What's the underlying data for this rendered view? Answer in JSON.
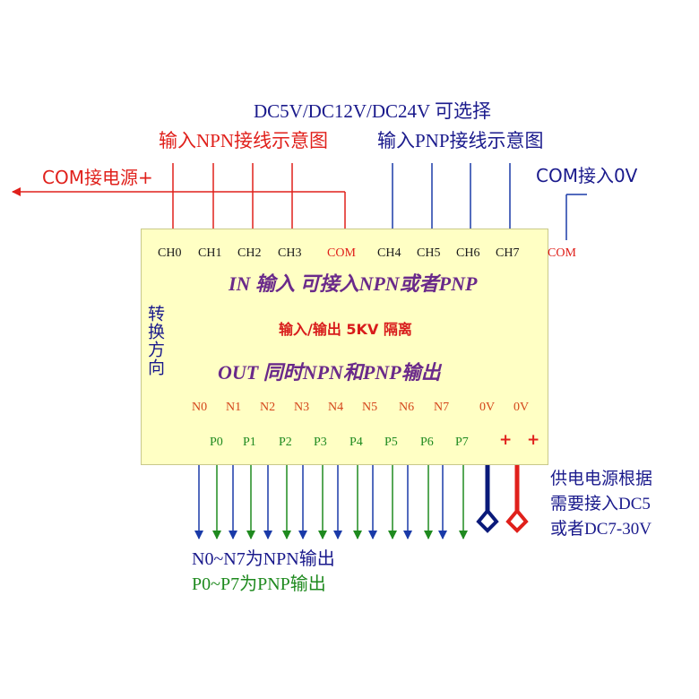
{
  "top": {
    "voltage_select": "DC5V/DC12V/DC24V 可选择",
    "npn_label": "输入NPN接线示意图",
    "pnp_label": "输入PNP接线示意图",
    "com_power_plus": "COM接电源+",
    "com_0v": "COM接入0V"
  },
  "board": {
    "input_pins": [
      "CH0",
      "CH1",
      "CH2",
      "CH3",
      "COM",
      "CH4",
      "CH5",
      "CH6",
      "CH7",
      "COM"
    ],
    "in_title": "IN 输入 可接入NPN或者PNP",
    "isolation": "输入/输出 5KV 隔离",
    "out_title": "OUT 同时NPN和PNP输出",
    "direction": "转换方向",
    "n_pins": [
      "N0",
      "N1",
      "N2",
      "N3",
      "N4",
      "N5",
      "N6",
      "N7"
    ],
    "p_pins": [
      "P0",
      "P1",
      "P2",
      "P3",
      "P4",
      "P5",
      "P6",
      "P7"
    ],
    "zero_v": [
      "0V",
      "0V"
    ],
    "plus": [
      "+",
      "+"
    ]
  },
  "bottom": {
    "npn_output": "N0~N7为NPN输出",
    "pnp_output": "P0~P7为PNP输出",
    "power_note": [
      "供电电源根据",
      "需要接入DC5",
      "或者DC7-30V"
    ]
  },
  "colors": {
    "npn_wire": "#e0201b",
    "pnp_wire": "#1a3aa8",
    "n_output_wire": "#1a3aa8",
    "p_output_wire": "#1f8a1f",
    "board_fill": "#ffffc4",
    "direction_arrow": "#22dd22",
    "ground_bar": "#0a1a7a",
    "plus_bar": "#e0201b"
  }
}
